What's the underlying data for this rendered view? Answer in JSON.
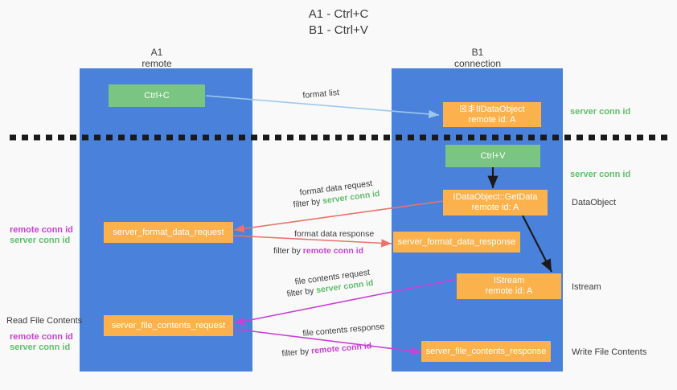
{
  "title": {
    "line1": "A1 - Ctrl+C",
    "line2": "B1 - Ctrl+V"
  },
  "colors": {
    "lane": "#4a82db",
    "green_node": "#7ac582",
    "orange_node": "#fbb24c",
    "background": "#f9f9f9",
    "red_arrow": "#e8736a",
    "magenta_arrow": "#c940d6",
    "light_blue_arrow": "#9dc8ee",
    "black_arrow": "#1a1a1a",
    "green_text": "#62bd6d",
    "purple_text": "#c940d6"
  },
  "lanes": [
    {
      "name": "A1",
      "sub": "remote"
    },
    {
      "name": "B1",
      "sub": "connection"
    }
  ],
  "nodes": {
    "ctrl_c": "Ctrl+C",
    "ctrl_v": "Ctrl+V",
    "set_clipboard_l1": "☒丯lIDataObject",
    "set_clipboard_l2": "remote id: A",
    "getdata_l1": "IDataObject::GetData",
    "getdata_l2": "remote id: A",
    "istream_l1": "IStream",
    "istream_l2": "remote id: A",
    "format_data_request": "server_format_data_request",
    "format_data_response": "server_format_data_response",
    "file_contents_request": "server_file_contents_request",
    "file_contents_response": "server_file_contents_response"
  },
  "edges": {
    "format_list": "format list",
    "format_data_request": "format data request",
    "format_data_request_filter_pre": "filter by ",
    "format_data_request_filter_key": "server conn id",
    "format_data_response": "format data response",
    "format_data_response_filter_pre": "filter by ",
    "format_data_response_filter_key": "remote conn id",
    "file_contents_request": "file contents request",
    "file_contents_request_filter_pre": "filter by ",
    "file_contents_request_filter_key": "server conn id",
    "file_contents_response": "file contents response",
    "file_contents_response_filter_pre": "filter by ",
    "file_contents_response_filter_key": "remote conn id"
  },
  "right_labels": {
    "server_conn_id_1": "server conn id",
    "server_conn_id_2": "server conn id",
    "dataobject": "DataObject",
    "istream": "Istream",
    "write_file_contents": "Write File Contents"
  },
  "left_labels": {
    "remote_conn_id_1": "remote conn id",
    "server_conn_id_1": "server conn id",
    "read_file_contents": "Read File Contents",
    "remote_conn_id_2": "remote conn id",
    "server_conn_id_2": "server conn id"
  }
}
